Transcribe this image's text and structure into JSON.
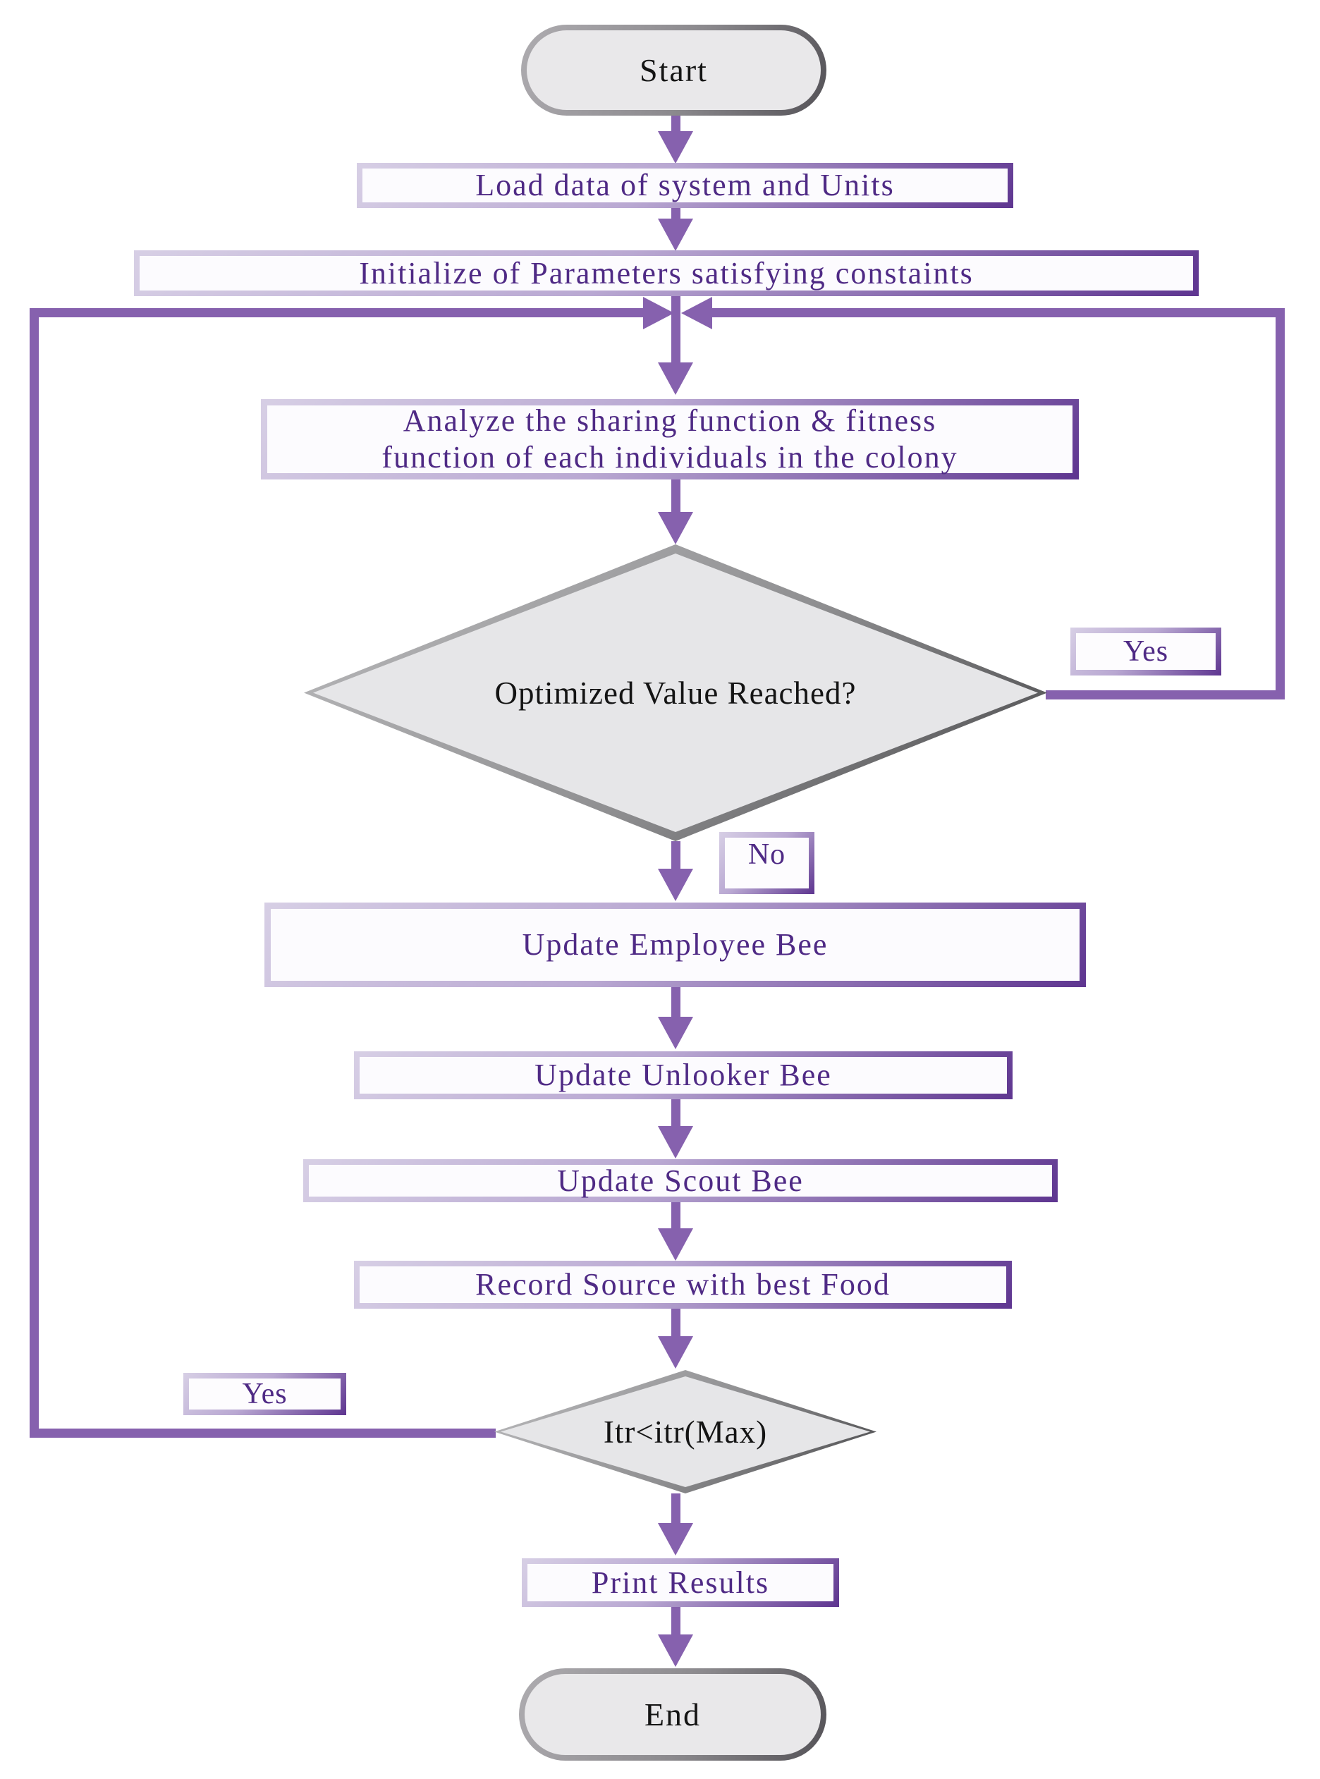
{
  "flowchart": {
    "nodes": {
      "start": {
        "label": "Start"
      },
      "load_data": {
        "label": "Load data of system and Units"
      },
      "initialize": {
        "label": "Initialize of Parameters satisfying constaints"
      },
      "analyze": {
        "line1": "Analyze the sharing function & fitness",
        "line2": "function of each individuals in the colony"
      },
      "decision_optimized": {
        "label": "Optimized Value Reached?",
        "branch_yes": "Yes",
        "branch_no": "No"
      },
      "update_employee": {
        "label": "Update Employee Bee"
      },
      "update_unlooker": {
        "label": "Update Unlooker Bee"
      },
      "update_scout": {
        "label": "Update Scout Bee"
      },
      "record_source": {
        "label": "Record Source with best Food"
      },
      "decision_iteration": {
        "label": "Itr<itr(Max)",
        "branch_yes": "Yes"
      },
      "print_results": {
        "label": "Print Results"
      },
      "end": {
        "label": "End"
      }
    },
    "colors": {
      "arrow": "#8661ae",
      "box_border_light": "#d7cfe5",
      "box_border_dark": "#5e3590",
      "box_fill": "#fcfbfe",
      "box_text": "#4f2a85",
      "diamond_fill": "#e6e6e8",
      "diamond_border_light": "#bcbcbe",
      "diamond_border_dark": "#454547",
      "terminal_fill": "#e9e8ea",
      "terminal_border_light": "#aeacb0",
      "terminal_border_dark": "#545257",
      "decision_text": "#141414"
    }
  }
}
